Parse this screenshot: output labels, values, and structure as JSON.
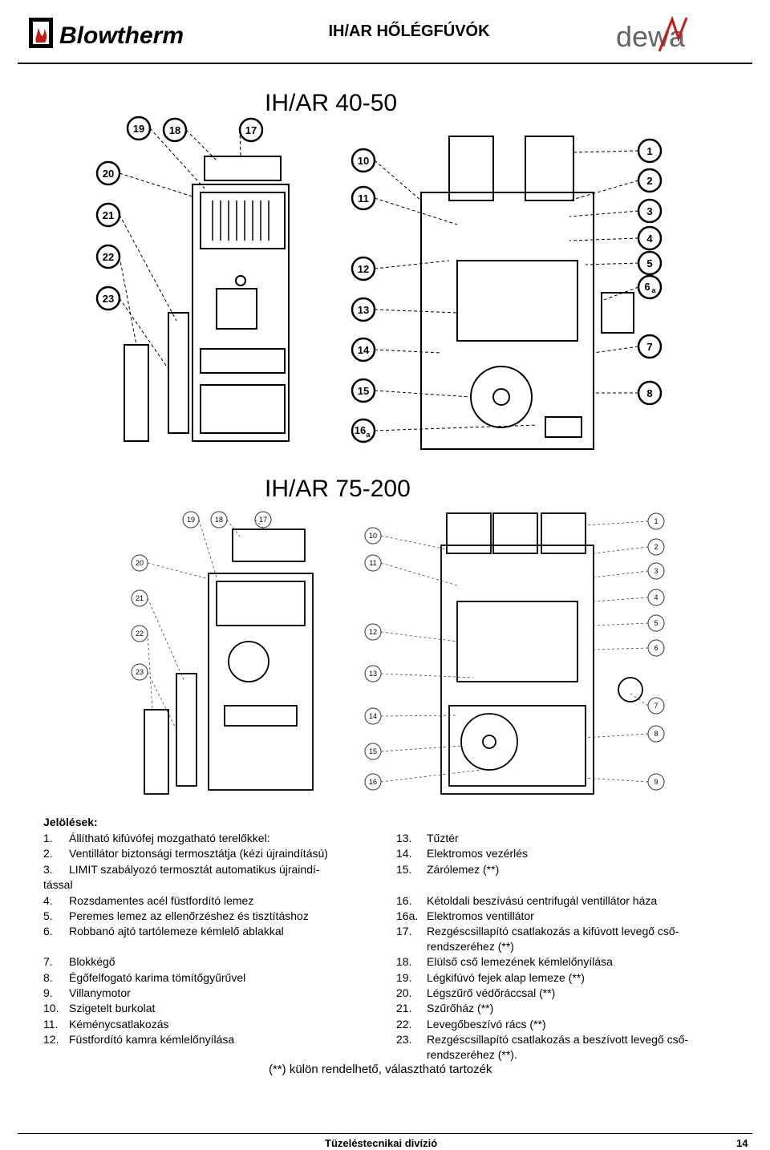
{
  "header": {
    "logo_left": "Blowtherm",
    "title": "IH/AR HŐLÉGFÚVÓK",
    "logo_right": "dewa"
  },
  "figures": [
    {
      "title": "IH/AR 40-50",
      "callouts": [
        "19",
        "18",
        "17",
        "20",
        "21",
        "22",
        "23",
        "10",
        "11",
        "12",
        "13",
        "14",
        "15",
        "16a",
        "1",
        "2",
        "3",
        "4",
        "5",
        "6a",
        "7",
        "8"
      ]
    },
    {
      "title": "IH/AR 75-200",
      "callouts": [
        "19",
        "18",
        "17",
        "20",
        "21",
        "22",
        "23",
        "10",
        "11",
        "12",
        "13",
        "14",
        "15",
        "16",
        "1",
        "2",
        "3",
        "4",
        "5",
        "6",
        "7",
        "8",
        "9"
      ]
    }
  ],
  "legend": {
    "title": "Jelölések:",
    "left": [
      {
        "num": "1.",
        "text": "Állítható kifúvófej mozgatható terelőkkel:"
      },
      {
        "num": "2.",
        "text": "Ventillátor biztonsági termosztátja (kézi újraindítású)"
      },
      {
        "num": "3.",
        "text": "LIMIT szabályozó termosztát automatikus újraindí-",
        "cont": "tással"
      },
      {
        "num": "4.",
        "text": "Rozsdamentes acél füstfordító lemez"
      },
      {
        "num": "5.",
        "text": "Peremes lemez az ellenőrzéshez és tisztításhoz"
      },
      {
        "num": "6.",
        "text": "Robbanó ajtó tartólemeze kémlelő ablakkal"
      },
      {
        "num": "7.",
        "text": "Blokkégő"
      },
      {
        "num": "8.",
        "text": "Égőfelfogató karima tömítőgyűrűvel"
      },
      {
        "num": "9.",
        "text": "Villanymotor"
      },
      {
        "num": "10.",
        "text": "Szigetelt burkolat"
      },
      {
        "num": "11.",
        "text": "Kéménycsatlakozás"
      },
      {
        "num": "12.",
        "text": "Füstfordító kamra kémlelőnyílása"
      }
    ],
    "right": [
      {
        "num": "13.",
        "text": "Tűztér"
      },
      {
        "num": "14.",
        "text": "Elektromos vezérlés"
      },
      {
        "num": "15.",
        "text": "Zárólemez (**)"
      },
      {
        "num": "16.",
        "text": "Kétoldali beszívású centrifugál ventillátor háza"
      },
      {
        "num": "16a.",
        "text": "Elektromos ventillátor"
      },
      {
        "num": "17.",
        "text": "Rezgéscsillapító csatlakozás a kifúvott levegő cső-",
        "cont": "rendszeréhez (**)"
      },
      {
        "num": "18.",
        "text": "Elülső cső lemezének kémlelőnyílása"
      },
      {
        "num": "19.",
        "text": "Légkifúvó fejek alap lemeze (**)"
      },
      {
        "num": "20.",
        "text": "Légszűrő védőráccsal (**)"
      },
      {
        "num": "21.",
        "text": "Szűrőház (**)"
      },
      {
        "num": "22.",
        "text": "Levegőbeszívó rács (**)"
      },
      {
        "num": "23.",
        "text": "Rezgéscsillapító csatlakozás a beszívott levegő cső-",
        "cont": "rendszeréhez (**)."
      }
    ],
    "footnote": "(**) külön rendelhető, választható tartozék"
  },
  "footer": {
    "division": "Tüzeléstecnikai divízió",
    "page": "14"
  }
}
